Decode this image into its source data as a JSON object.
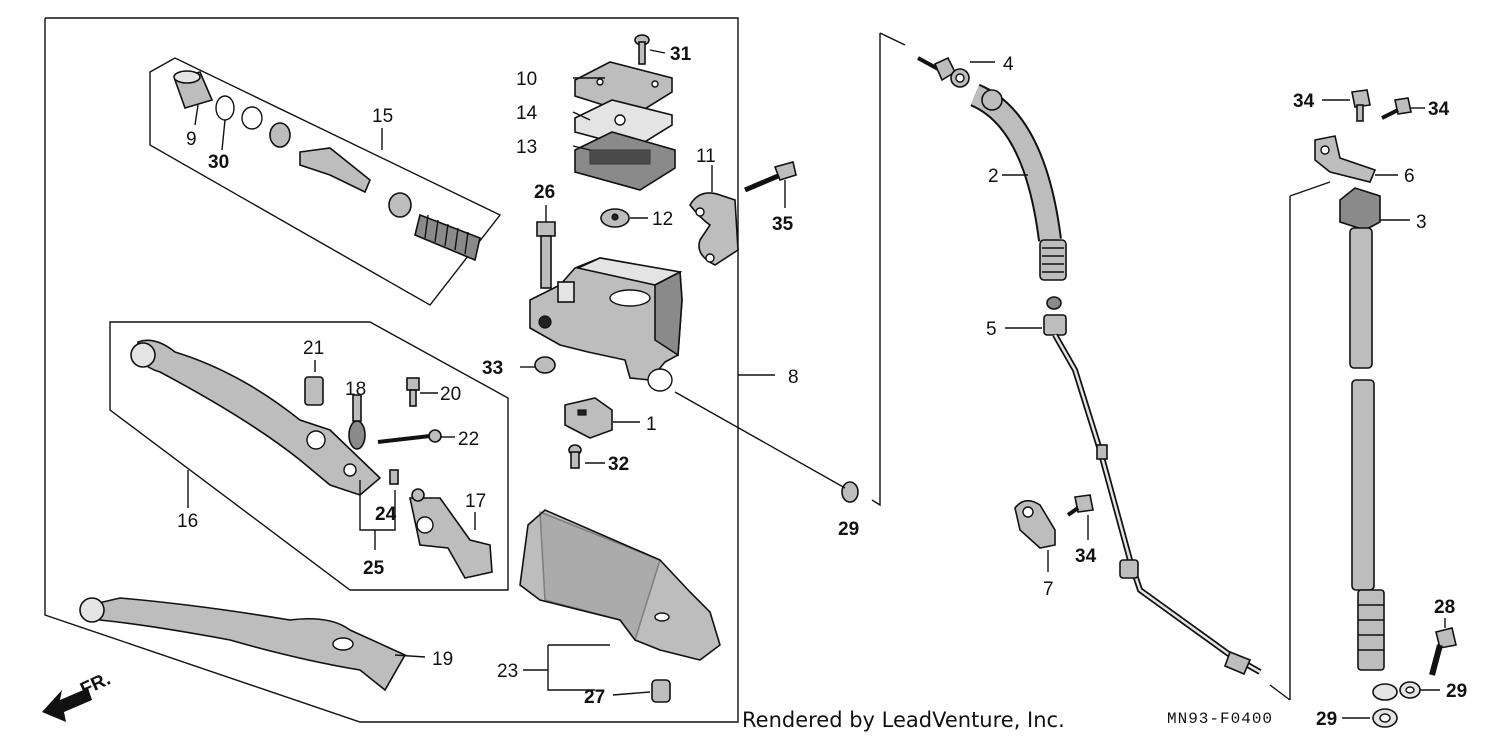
{
  "labels": {
    "p1": "1",
    "p2": "2",
    "p3": "3",
    "p4": "4",
    "p5": "5",
    "p6": "6",
    "p7": "7",
    "p8": "8",
    "p9": "9",
    "p10": "10",
    "p11": "11",
    "p12": "12",
    "p13": "13",
    "p14": "14",
    "p15": "15",
    "p16": "16",
    "p17": "17",
    "p18": "18",
    "p19": "19",
    "p20": "20",
    "p21": "21",
    "p22": "22",
    "p23": "23",
    "p24": "24",
    "p25": "25",
    "p26": "26",
    "p27": "27",
    "p28": "28",
    "p29": "29",
    "p30": "30",
    "p31": "31",
    "p32": "32",
    "p33": "33",
    "p34": "34",
    "p35": "35"
  },
  "direction_marker": "FR.",
  "footer": {
    "credit": "Rendered by LeadVenture, Inc.",
    "diagram_code": "MN93-F0400"
  }
}
